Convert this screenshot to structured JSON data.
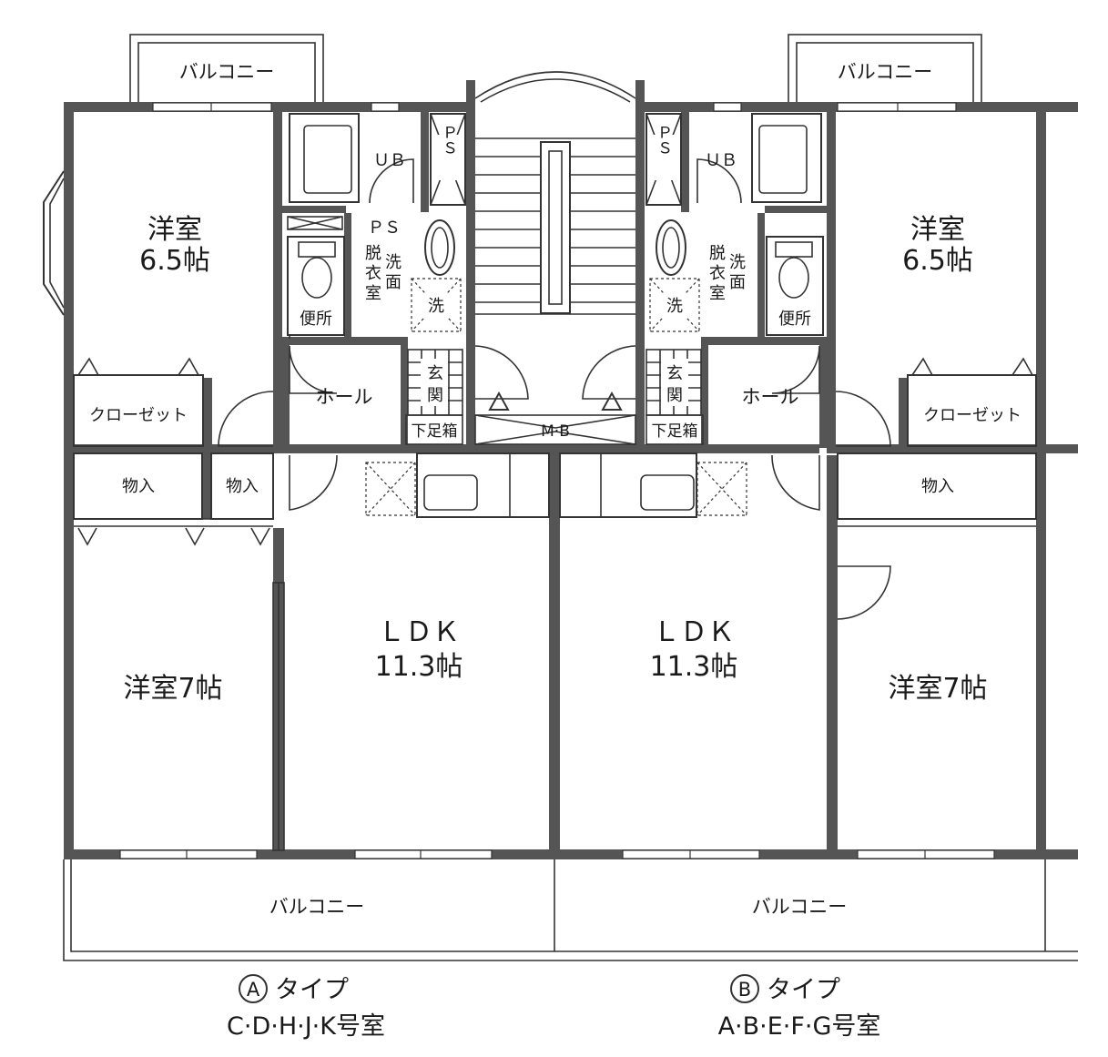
{
  "rooms": {
    "balcony_top": "バルコニー",
    "balcony_bottom": "バルコニー",
    "western_room_label": "洋室",
    "western_room_small_size": "6.5帖",
    "western_room_7": "洋室7帖",
    "ub": "ＵＢ",
    "ps_vertical": "ＰＳ",
    "ps": "ＰＳ",
    "changing_room": [
      "脱",
      "衣",
      "室"
    ],
    "washroom": [
      "洗",
      "面"
    ],
    "washer": "洗",
    "toilet": "便所",
    "hall": "ホール",
    "entrance": [
      "玄",
      "関"
    ],
    "shoe_box": "下足箱",
    "closet": "クローゼット",
    "storage": "物入",
    "ldk_label": "ＬＤＫ",
    "ldk_size": "11.3帖",
    "meter_box": "M·B"
  },
  "captions": {
    "type_a_mark": "A",
    "type_a_label": "タイプ",
    "type_a_rooms": "C·D·H·J·K号室",
    "type_b_mark": "B",
    "type_b_label": "タイプ",
    "type_b_rooms": "A·B·E·F·G号室"
  }
}
